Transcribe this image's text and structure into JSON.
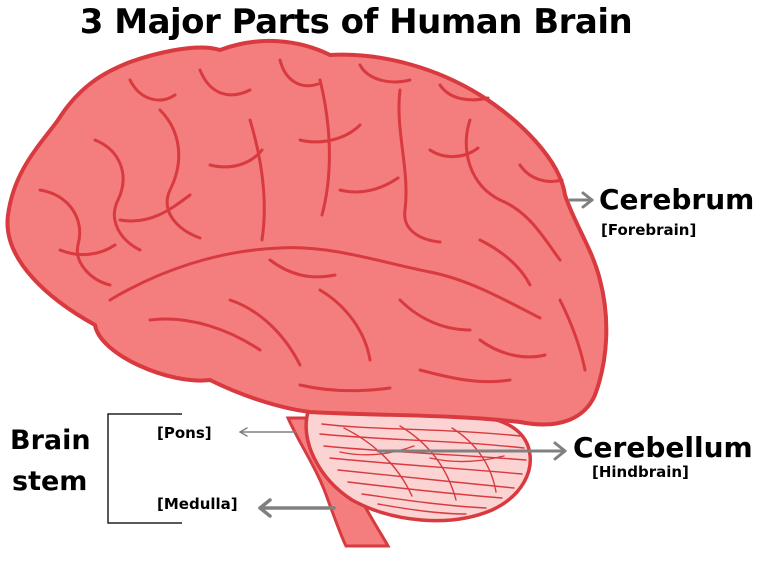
{
  "title": "3 Major Parts of Human Brain",
  "labels": {
    "cerebrum": "Cerebrum",
    "cerebrum_sub": "[Forebrain]",
    "cerebellum": "Cerebellum",
    "cerebellum_sub": "[Hindbrain]",
    "pons": "[Pons]",
    "medulla": "[Medulla]",
    "brain_stem_line1": "Brain",
    "brain_stem_line2": "stem"
  },
  "colors": {
    "brain_fill": "#f47d7d",
    "brain_outline": "#d83a3f",
    "cerebellum_fill": "#fbd3d3",
    "arrow": "#808080",
    "text": "#000000"
  }
}
